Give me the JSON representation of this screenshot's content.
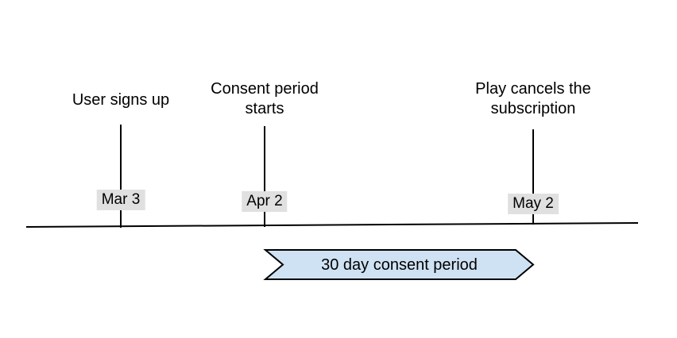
{
  "diagram": {
    "events": [
      {
        "label": "User signs up",
        "date": "Mar 3"
      },
      {
        "label": "Consent period starts",
        "date": "Apr 2"
      },
      {
        "label": "Play cancels the subscription",
        "date": "May 2"
      }
    ],
    "period_banner": {
      "label": "30 day consent period"
    },
    "colors": {
      "banner_fill": "#cfe2f3",
      "banner_stroke": "#000000",
      "date_label_bg": "#e0e0e0",
      "line_color": "#000000",
      "text_color": "#000000"
    }
  }
}
